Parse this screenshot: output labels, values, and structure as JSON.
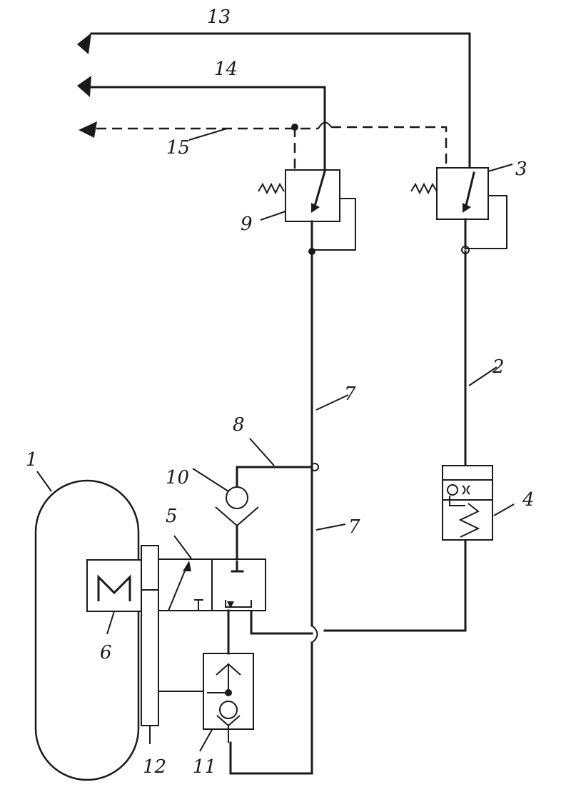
{
  "labels": {
    "l1": "1",
    "l2": "2",
    "l3": "3",
    "l4": "4",
    "l5": "5",
    "l6": "6",
    "l7a": "7",
    "l7b": "7",
    "l8": "8",
    "l9": "9",
    "l10": "10",
    "l11": "11",
    "l12": "12",
    "l13": "13",
    "l14": "14",
    "l15": "15"
  },
  "icons": {
    "terminal": "triangle-port-icon",
    "spring": "spring-icon",
    "check_valve": "check-valve-icon",
    "motor": "motor-icon"
  },
  "colors": {
    "ink": "#1a1a1a",
    "paper": "#ffffff"
  }
}
